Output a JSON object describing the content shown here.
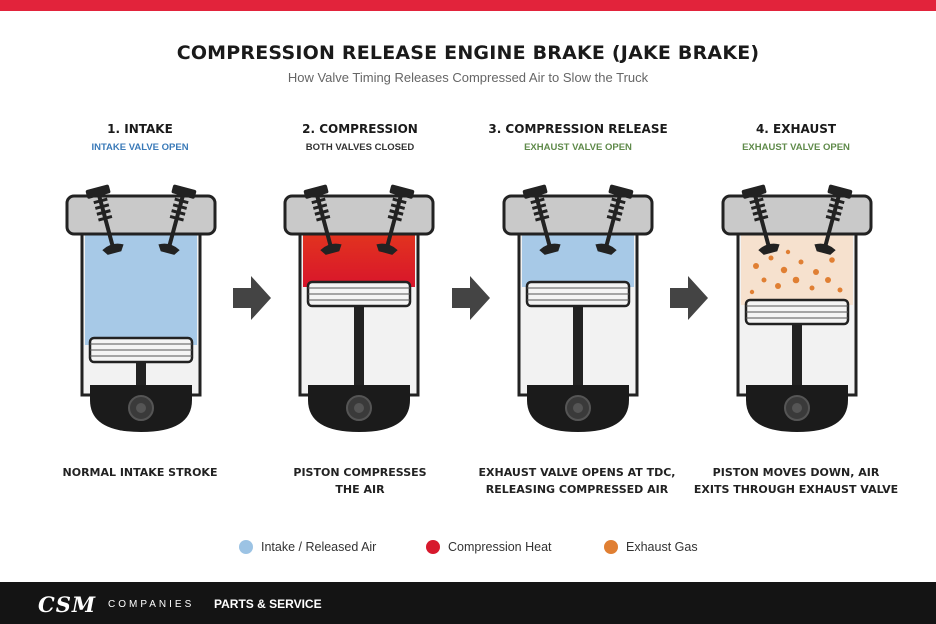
{
  "header": {
    "title": "COMPRESSION RELEASE ENGINE BRAKE (JAKE BRAKE)",
    "subtitle": "How Valve Timing Releases Compressed Air to Slow the Truck"
  },
  "stages": [
    {
      "title": "1. INTAKE",
      "status": "INTAKE VALVE OPEN",
      "caption_lines": [
        "NORMAL INTAKE STROKE"
      ]
    },
    {
      "title": "2. COMPRESSION",
      "status": "BOTH VALVES CLOSED",
      "caption_lines": [
        "PISTON COMPRESSES",
        "THE AIR"
      ]
    },
    {
      "title": "3. COMPRESSION RELEASE",
      "status": "EXHAUST VALVE OPEN",
      "caption_lines": [
        "EXHAUST VALVE OPENS AT TDC,",
        "RELEASING COMPRESSED AIR"
      ]
    },
    {
      "title": "4. EXHAUST",
      "status": "EXHAUST VALVE OPEN",
      "caption_lines": [
        "PISTON MOVES DOWN, AIR",
        "EXITS THROUGH EXHAUST VALVE"
      ]
    }
  ],
  "legend": [
    {
      "label": "Intake / Released Air",
      "color": "#9cc3e4"
    },
    {
      "label": "Compression Heat",
      "color": "#d7192d"
    },
    {
      "label": "Exhaust Gas",
      "color": "#e07f33"
    }
  ],
  "footer": {
    "logo_text": "CSM",
    "logo_suffix": "COMPANIES",
    "section_label": "PARTS & SERVICE"
  },
  "colors": {
    "accent_red": "#e2233b",
    "intake_status": "#3a7ab8",
    "closed_status": "#333333",
    "exhaust_status": "#5f8a4a"
  }
}
